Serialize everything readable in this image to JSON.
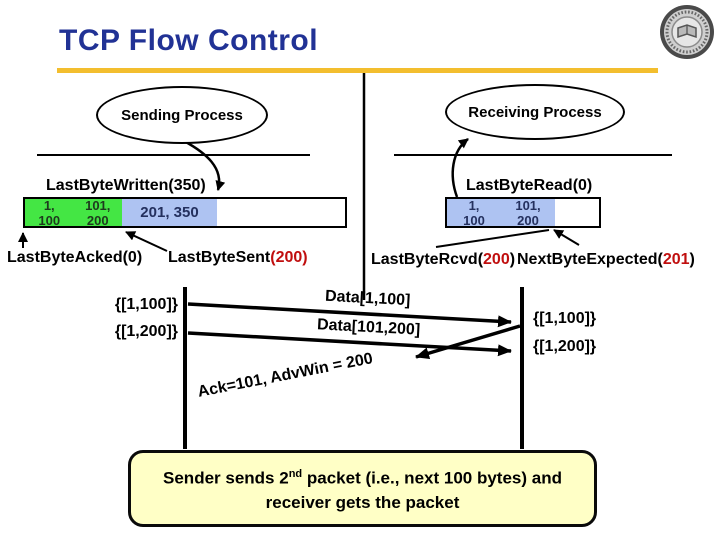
{
  "slide": {
    "title": "TCP Flow Control"
  },
  "logo": {
    "name": "university-seal"
  },
  "sender": {
    "process": "Sending Process",
    "written_label": "LastByteWritten(350)",
    "acked_label": "LastByteAcked(0)",
    "sent_label": {
      "pre": "LastByteSent",
      "num": "(200)"
    },
    "buffer": {
      "sent_cells": {
        "r1c1": "1,",
        "r1c2": "101,",
        "r2c1": "100",
        "r2c2": "200"
      },
      "unsent_cell": "201, 350"
    },
    "sets": [
      "{[1,100]}",
      "{[1,200]}"
    ]
  },
  "receiver": {
    "process": "Receiving Process",
    "read_label": "LastByteRead(0)",
    "rcvd_label": {
      "pre": "LastByteRcvd(",
      "num": "200",
      "post": ")"
    },
    "expected_label": {
      "pre": "NextByteExpected(",
      "num": "201",
      "post": ")"
    },
    "buffer": {
      "cells": {
        "r1c1": "1,",
        "r1c2": "101,",
        "r2c1": "100",
        "r2c2": "200"
      }
    },
    "sets": [
      "{[1,100]}",
      "{[1,200]}"
    ]
  },
  "timeline": {
    "data1_label": "Data[1,100]",
    "data2_label": "Data[101,200]",
    "ack_label": "Ack=101, AdvWin = 200"
  },
  "caption": {
    "line1_pre": "Sender sends 2",
    "line1_sup": "nd",
    "line1_post": " packet (i.e., next 100 bytes) and",
    "line2": "receiver gets the packet"
  },
  "colors": {
    "title_blue": "#213295",
    "accent_rule": "#F3BE2E",
    "highlight_red": "#C00E0E",
    "sent_green": "#44E644",
    "window_blue": "#AEC3F2",
    "caption_yellow": "#FFFFC6"
  }
}
